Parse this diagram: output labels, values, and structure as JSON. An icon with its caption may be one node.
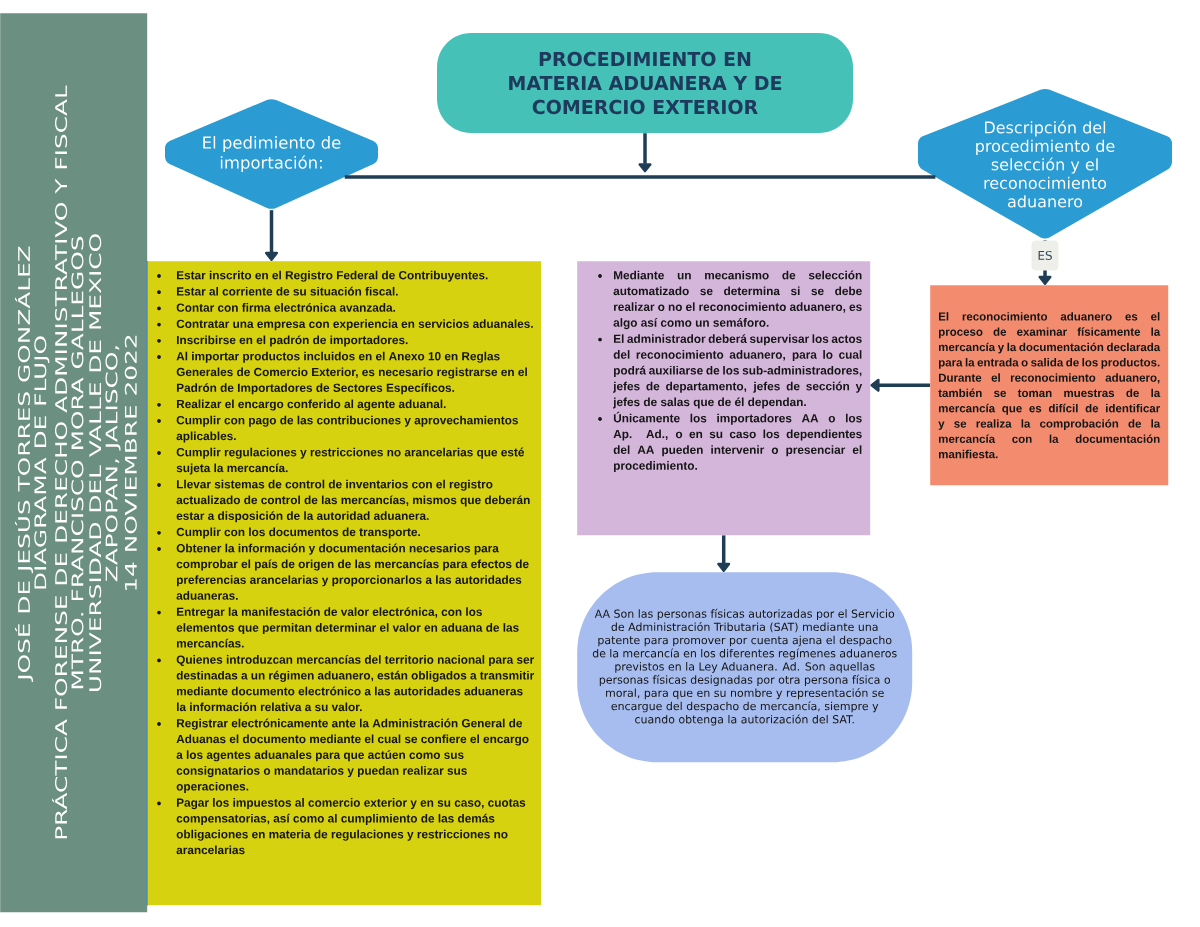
{
  "diagram": {
    "nodes": [
      {
        "text": [
          "JOSÉ DE JESÚS TORRES GONZÁLEZ",
          "DIAGRAMA DE FLUJO",
          "PRÁCTICA FORENSE DE DERECHO ADMINISTRATIVO Y FISCAL",
          "MTRO. FRANCISCO MORA GALLEGOS",
          "UNIVERSIDAD DEL VALLE DE MEXICO",
          "ZAPOPAN, JALISCO,",
          "14 NOVIEMBRE 2022"
        ]
      },
      {
        "text": [
          "PROCEDIMIENTO EN MATERIA ADUANERA Y DE COMERCIO EXTERIOR"
        ]
      },
      {
        "text": [
          "El pedimiento de importación:"
        ]
      },
      {
        "text": [
          "Descripción del procedimiento de selección y el reconocimiento aduanero"
        ]
      },
      {
        "text": [
          "Estar inscrito en el Registro Federal de Contribuyentes.",
          "Estar al corriente de su situación fiscal.",
          "Contar con firma electrónica avanzada.",
          "Contratar una empresa con experiencia en servicios aduanales.",
          "Inscribirse en el padrón de importadores.",
          "Al importar productos incluidos en el Anexo 10 en Reglas Generales de Comercio Exterior, es necesario registrarse en el Padrón de Importadores de Sectores Específicos.",
          "Realizar el encargo conferido al agente aduanal.",
          "Cumplir con pago de las contribuciones y aprovechamientos aplicables.",
          "Cumplir regulaciones y restricciones no arancelarias que esté sujeta la mercancía.",
          "Llevar sistemas de control de inventarios con el registro actualizado de control de las mercancías, mismos que deberán estar a disposición de la autoridad aduanera.",
          "Cumplir con los documentos de transporte.",
          "Obtener la información y documentación necesarios para comprobar el país de origen de las mercancías para efectos de preferencias arancelarias y proporcionarlos a las autoridades aduaneras.",
          "Entregar la manifestación de valor electrónica, con los elementos que permitan determinar el valor en aduana de las mercancías.",
          "Quienes introduzcan mercancías del territorio nacional para ser destinadas a un régimen aduanero, están obligados a transmitir mediante documento electrónico a las autoridades aduaneras la información relativa a su valor.",
          "Registrar electrónicamente ante la Administración General de Aduanas el documento mediante el cual se confiere el encargo a los agentes aduanales para que actúen como sus consignatarios o mandatarios y puedan realizar sus operaciones.",
          "Pagar los impuestos al comercio exterior y en su caso, cuotas compensatorias, así como al cumplimiento de las demás obligaciones en materia de regulaciones y restricciones no arancelarias"
        ]
      },
      {
        "text": [
          "Mediante un mecanismo de selección automatizado se determina si se debe realizar o no el reconocimiento aduanero, es algo así como un semáforo.",
          "El administrador deberá supervisar los actos del reconocimiento aduanero, para lo cual podrá auxiliarse de los sub-administradores, jefes de departamento, jefes de sección y jefes de salas que de él dependan.",
          "Únicamente los importadores AA o los Ap. Ad., o en su caso los dependientes del AA pueden intervenir o presenciar el procedimiento."
        ]
      },
      {
        "text": [
          "El reconocimiento aduanero es el proceso de examinar físicamente la mercancía y la documentación declarada para la entrada o salida de los productos. Durante el reconocimiento aduanero, también se toman muestras de la mercancía que es difícil de identificar y se realiza la comprobación de la mercancía con la documentación manifiesta."
        ]
      },
      {
        "text": [
          "AA Son las personas físicas autorizadas por el Servicio de Administración Tributaria (SAT) mediante una patente para promover por cuenta ajena el despacho de la mercancía en los diferentes regímenes aduaneros previstos en la Ley Aduanera. Ad. Son aquellas personas físicas designadas por otra persona física o moral, para que en su nombre y representación se encargue del despacho de mercancía, siempre y cuando obtenga la autorización del SAT."
        ]
      }
    ],
    "edges": [
      {
        "from": 1,
        "to": null,
        "arrow": "to"
      },
      {
        "from": 2,
        "to": 3,
        "arrow": "none"
      },
      {
        "from": 2,
        "to": 4,
        "arrow": "to"
      },
      {
        "from": 3,
        "to": 6,
        "arrow": "to",
        "label": "ES"
      },
      {
        "from": 6,
        "to": 5,
        "arrow": "to"
      },
      {
        "from": 5,
        "to": 7,
        "arrow": "to"
      }
    ]
  }
}
